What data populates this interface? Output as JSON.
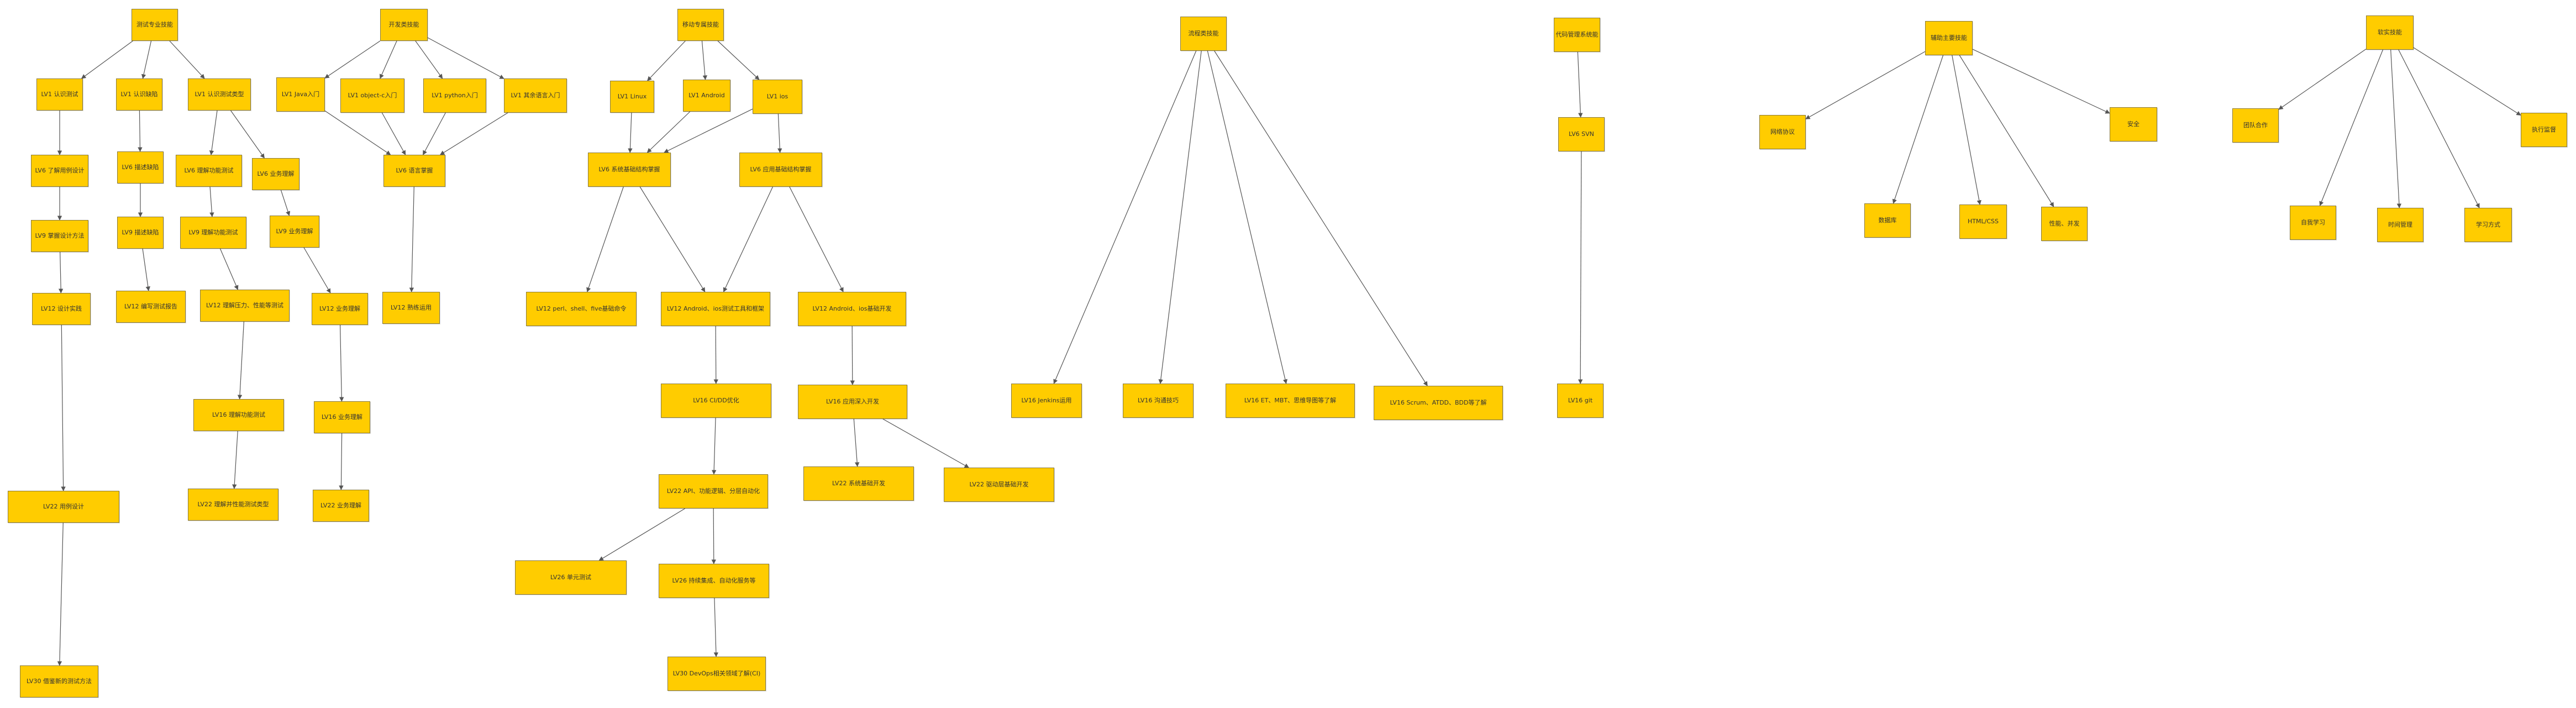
{
  "colors": {
    "node_fill": "#ffcc00",
    "node_border": "#8a7a3a",
    "edge": "#555555"
  },
  "nodes": {
    "t_root": "测试专业技能",
    "t_c1": "LV1 认识测试",
    "t_c2": "LV1 认识缺陷",
    "t_c3": "LV1 认识测试类型",
    "t_c1_6": "LV6 了解用例设计",
    "t_c1_9": "LV9 掌握设计方法",
    "t_c1_12": "LV12 设计实践",
    "t_c1_22": "LV22 用例设计",
    "t_c1_30": "LV30 借鉴新的测试方法",
    "t_c2_6": "LV6 描述缺陷",
    "t_c2_9": "LV9 描述缺陷",
    "t_c2_12": "LV12 编写测试报告",
    "t_c3a_6": "LV6 理解功能测试",
    "t_c3a_9": "LV9 理解功能测试",
    "t_c3a_12": "LV12 理解压力、性能等测试",
    "t_c3a_16": "LV16 理解功能测试",
    "t_c3a_22": "LV22 理解并性能测试类型",
    "t_c3b_6": "LV6 业务理解",
    "t_c3b_9": "LV9 业务理解",
    "t_c3b_12": "LV12 业务理解",
    "t_c3b_16": "LV16 业务理解",
    "t_c3b_22": "LV22 业务理解",
    "d_root": "开发类技能",
    "d_java": "LV1 Java入门",
    "d_obj": "LV1 object-c入门",
    "d_py": "LV1 python入门",
    "d_other": "LV1 其余语言入门",
    "d_6": "LV6 语言掌握",
    "d_12": "LV12 熟练运用",
    "m_root": "移动专属技能",
    "m_linux": "LV1 Linux",
    "m_android": "LV1 Android",
    "m_ios": "LV1 ios",
    "m_sys6": "LV6 系统基础结构掌握",
    "m_app6": "LV6 应用基础结构掌握",
    "m_perl12": "LV12 perl、shell、five基础命令",
    "m_tool12": "LV12 Android、ios测试工具和框架",
    "m_dev12": "LV12 Android、ios基础开发",
    "m_cicd16": "LV16 CI/DD优化",
    "m_app16": "LV16 应用深入开发",
    "m_api22": "LV22 API、功能逻辑、分层自动化",
    "m_sysdev22": "LV22 系统基础开发",
    "m_drv22": "LV22 驱动层基础开发",
    "m_unit26": "LV26 单元测试",
    "m_ci26": "LV26 持续集成、自动化服务等",
    "m_dev30": "LV30 DevOps相关领域了解(CI)",
    "q_root": "流程类技能",
    "q_jenkins": "LV16 Jenkins运用",
    "q_skill": "LV16 沟通技巧",
    "q_et": "LV16 ET、MBT、思维导图等了解",
    "q_scrum": "LV16 Scrum、ATDD、BDD等了解",
    "v_root": "代码管理系统能",
    "v_svn": "LV6 SVN",
    "v_git": "LV16 git",
    "a_root": "辅助主要技能",
    "a_net": "网络协议",
    "a_db": "数据库",
    "a_html": "HTML/CSS",
    "a_perf": "性能、并发",
    "a_sec": "安全",
    "s_root": "软实技能",
    "s_team": "团队合作",
    "s_learn": "自我学习",
    "s_time": "时间管理",
    "s_method": "学习方式",
    "s_exec": "执行监督"
  }
}
